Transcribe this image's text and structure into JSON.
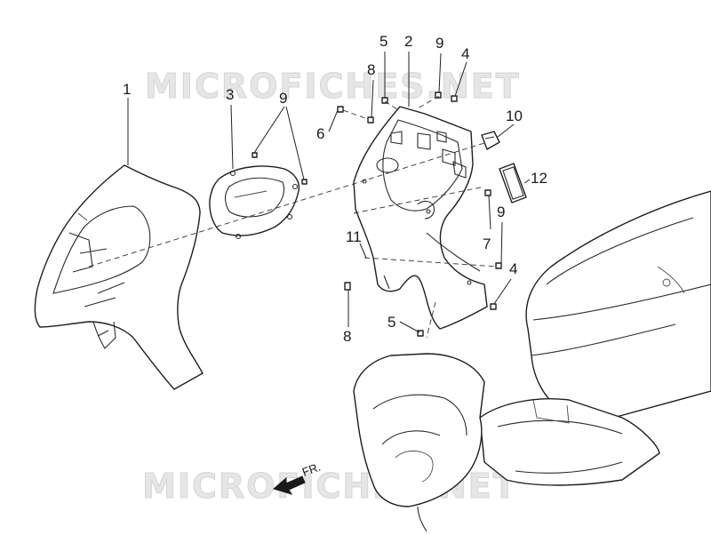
{
  "watermarks": [
    "MICROFICHES.NET",
    "MICROFICHES.NET"
  ],
  "front_direction_label": "FR.",
  "callouts": [
    "1",
    "3",
    "9",
    "5",
    "2",
    "9",
    "4",
    "8",
    "6",
    "10",
    "12",
    "9",
    "7",
    "11",
    "4",
    "5",
    "8"
  ]
}
